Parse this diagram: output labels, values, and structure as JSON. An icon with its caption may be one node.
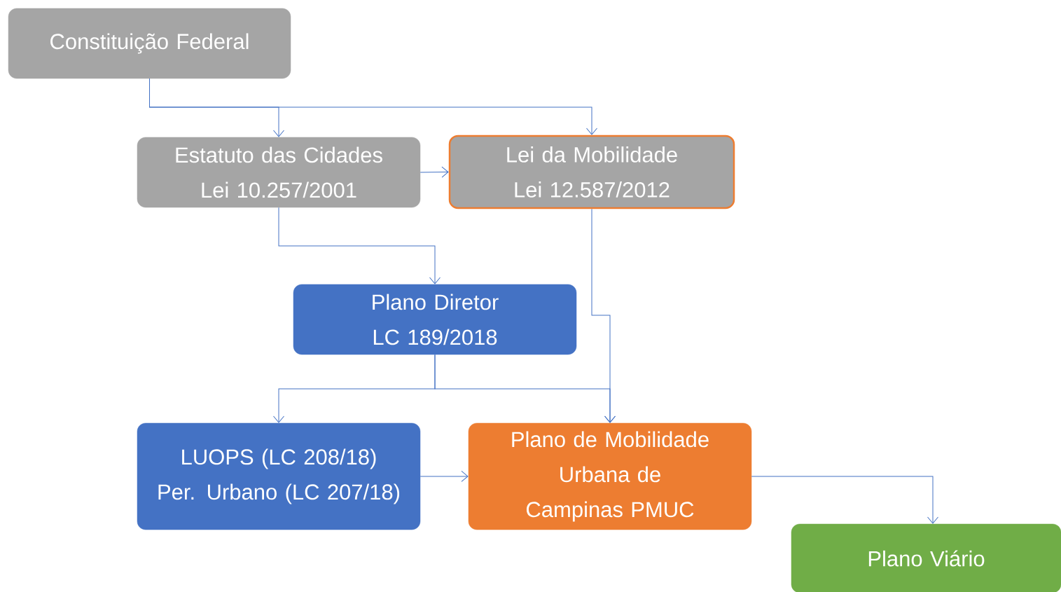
{
  "diagram": {
    "nodes": [
      {
        "text": [
          "Constituição Federal"
        ]
      },
      {
        "text": [
          "Estatuto das Cidades",
          "Lei 10.257/2001"
        ]
      },
      {
        "text": [
          "Lei da Mobilidade",
          "Lei 12.587/2012"
        ]
      },
      {
        "text": [
          "Plano Diretor",
          "LC 189/2018"
        ]
      },
      {
        "text": [
          "LUOPS (LC 208/18)",
          "Per. Urbano (LC 207/18)"
        ]
      },
      {
        "text": [
          "Plano de Mobilidade Urbana de Campinas PMUC"
        ]
      },
      {
        "text": [
          "Plano Viário"
        ]
      }
    ],
    "edges": [
      {
        "from": 0,
        "to": 1,
        "arrow": "to"
      },
      {
        "from": 0,
        "to": 2,
        "arrow": "to"
      },
      {
        "from": 1,
        "to": 2,
        "arrow": "to"
      },
      {
        "from": 1,
        "to": 3,
        "arrow": "to"
      },
      {
        "from": 2,
        "to": 5,
        "arrow": "to"
      },
      {
        "from": 3,
        "to": 4,
        "arrow": "to"
      },
      {
        "from": 3,
        "to": 5,
        "arrow": "to"
      },
      {
        "from": 4,
        "to": 5,
        "arrow": "to"
      },
      {
        "from": 5,
        "to": 6,
        "arrow": "to"
      }
    ]
  }
}
